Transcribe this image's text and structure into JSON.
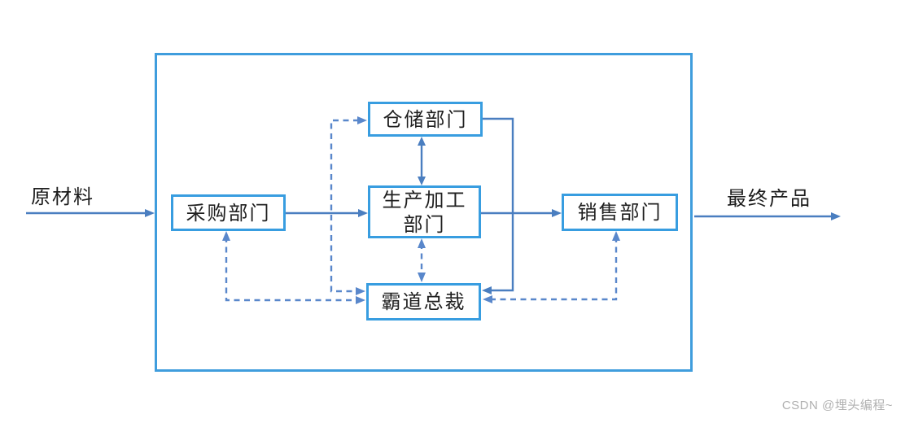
{
  "nodes": {
    "purchasing": "采购部门",
    "warehouse": "仓储部门",
    "production": "生产加工\n部门",
    "sales": "销售部门",
    "ceo": "霸道总裁"
  },
  "external_labels": {
    "input": "原材料",
    "output": "最终产品"
  },
  "edges": [
    {
      "from": "raw-materials",
      "to": "system-boundary",
      "style": "solid",
      "direction": "one-way"
    },
    {
      "from": "purchasing",
      "to": "production",
      "style": "solid",
      "direction": "one-way"
    },
    {
      "from": "production",
      "to": "sales",
      "style": "solid",
      "direction": "one-way"
    },
    {
      "from": "warehouse",
      "to": "production",
      "style": "solid",
      "direction": "two-way"
    },
    {
      "from": "sales",
      "to": "final-product",
      "style": "solid",
      "direction": "one-way"
    },
    {
      "from": "warehouse",
      "to": "ceo",
      "style": "solid",
      "direction": "one-way"
    },
    {
      "from": "ceo",
      "to": "purchasing",
      "style": "dashed",
      "direction": "two-way"
    },
    {
      "from": "ceo",
      "to": "warehouse",
      "style": "dashed",
      "direction": "two-way"
    },
    {
      "from": "ceo",
      "to": "production",
      "style": "dashed",
      "direction": "two-way"
    },
    {
      "from": "ceo",
      "to": "sales",
      "style": "dashed",
      "direction": "two-way"
    }
  ],
  "colors": {
    "node_border": "#389de0",
    "boundary_border": "#3f9ddd",
    "solid_line": "#4a7ec0",
    "dashed_line": "#5987cb",
    "text": "#1f1f1f",
    "watermark": "#b0b0b0"
  },
  "watermark": "CSDN @埋头编程~"
}
